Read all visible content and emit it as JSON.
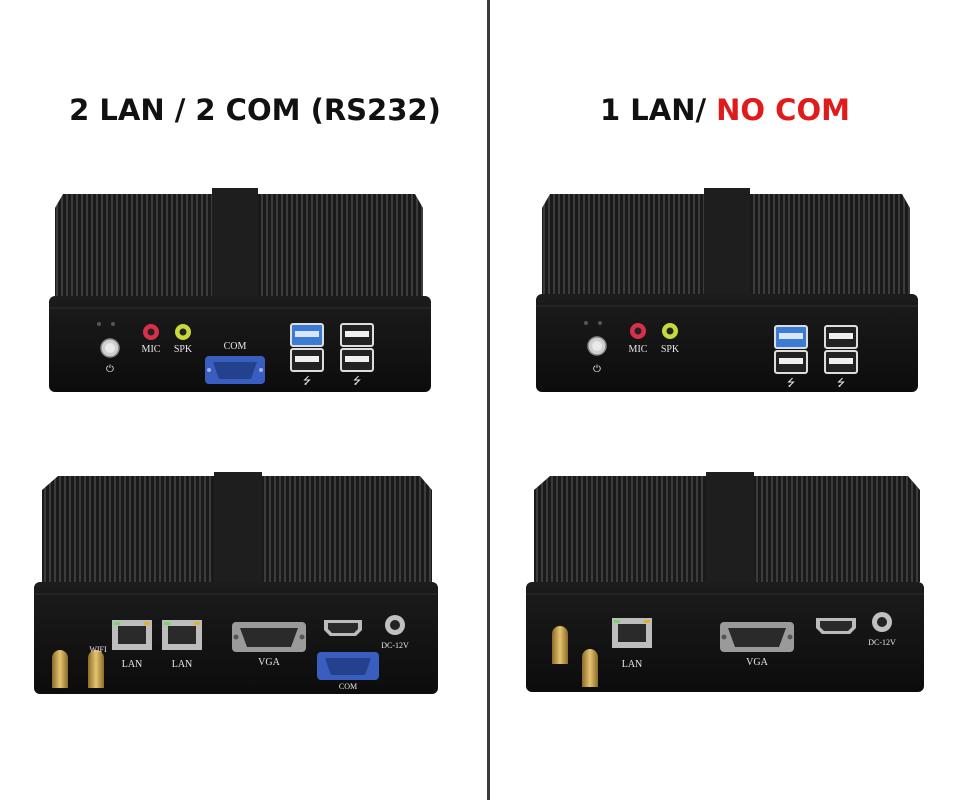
{
  "left": {
    "title": "2 LAN / 2 COM (RS232)",
    "front": {
      "mic_label": "MIC",
      "spk_label": "SPK",
      "com_label": "COM"
    },
    "rear": {
      "wifi_label": "WIFI",
      "lan1_label": "LAN",
      "lan2_label": "LAN",
      "vga_label": "VGA",
      "com_label": "COM",
      "dc_label": "DC-12V"
    }
  },
  "right": {
    "title_part1": "1 LAN/ ",
    "title_part2": "NO COM",
    "front": {
      "mic_label": "MIC",
      "spk_label": "SPK"
    },
    "rear": {
      "lan_label": "LAN",
      "vga_label": "VGA",
      "dc_label": "DC-12V"
    }
  },
  "colors": {
    "title_highlight": "#e01b1b",
    "chassis": "#161616",
    "serial_port": "#3a5ec0",
    "mic_jack": "#d8304a",
    "spk_jack": "#c9d83a",
    "usb3": "#3b7bd6",
    "antenna": "#c9a04a"
  }
}
